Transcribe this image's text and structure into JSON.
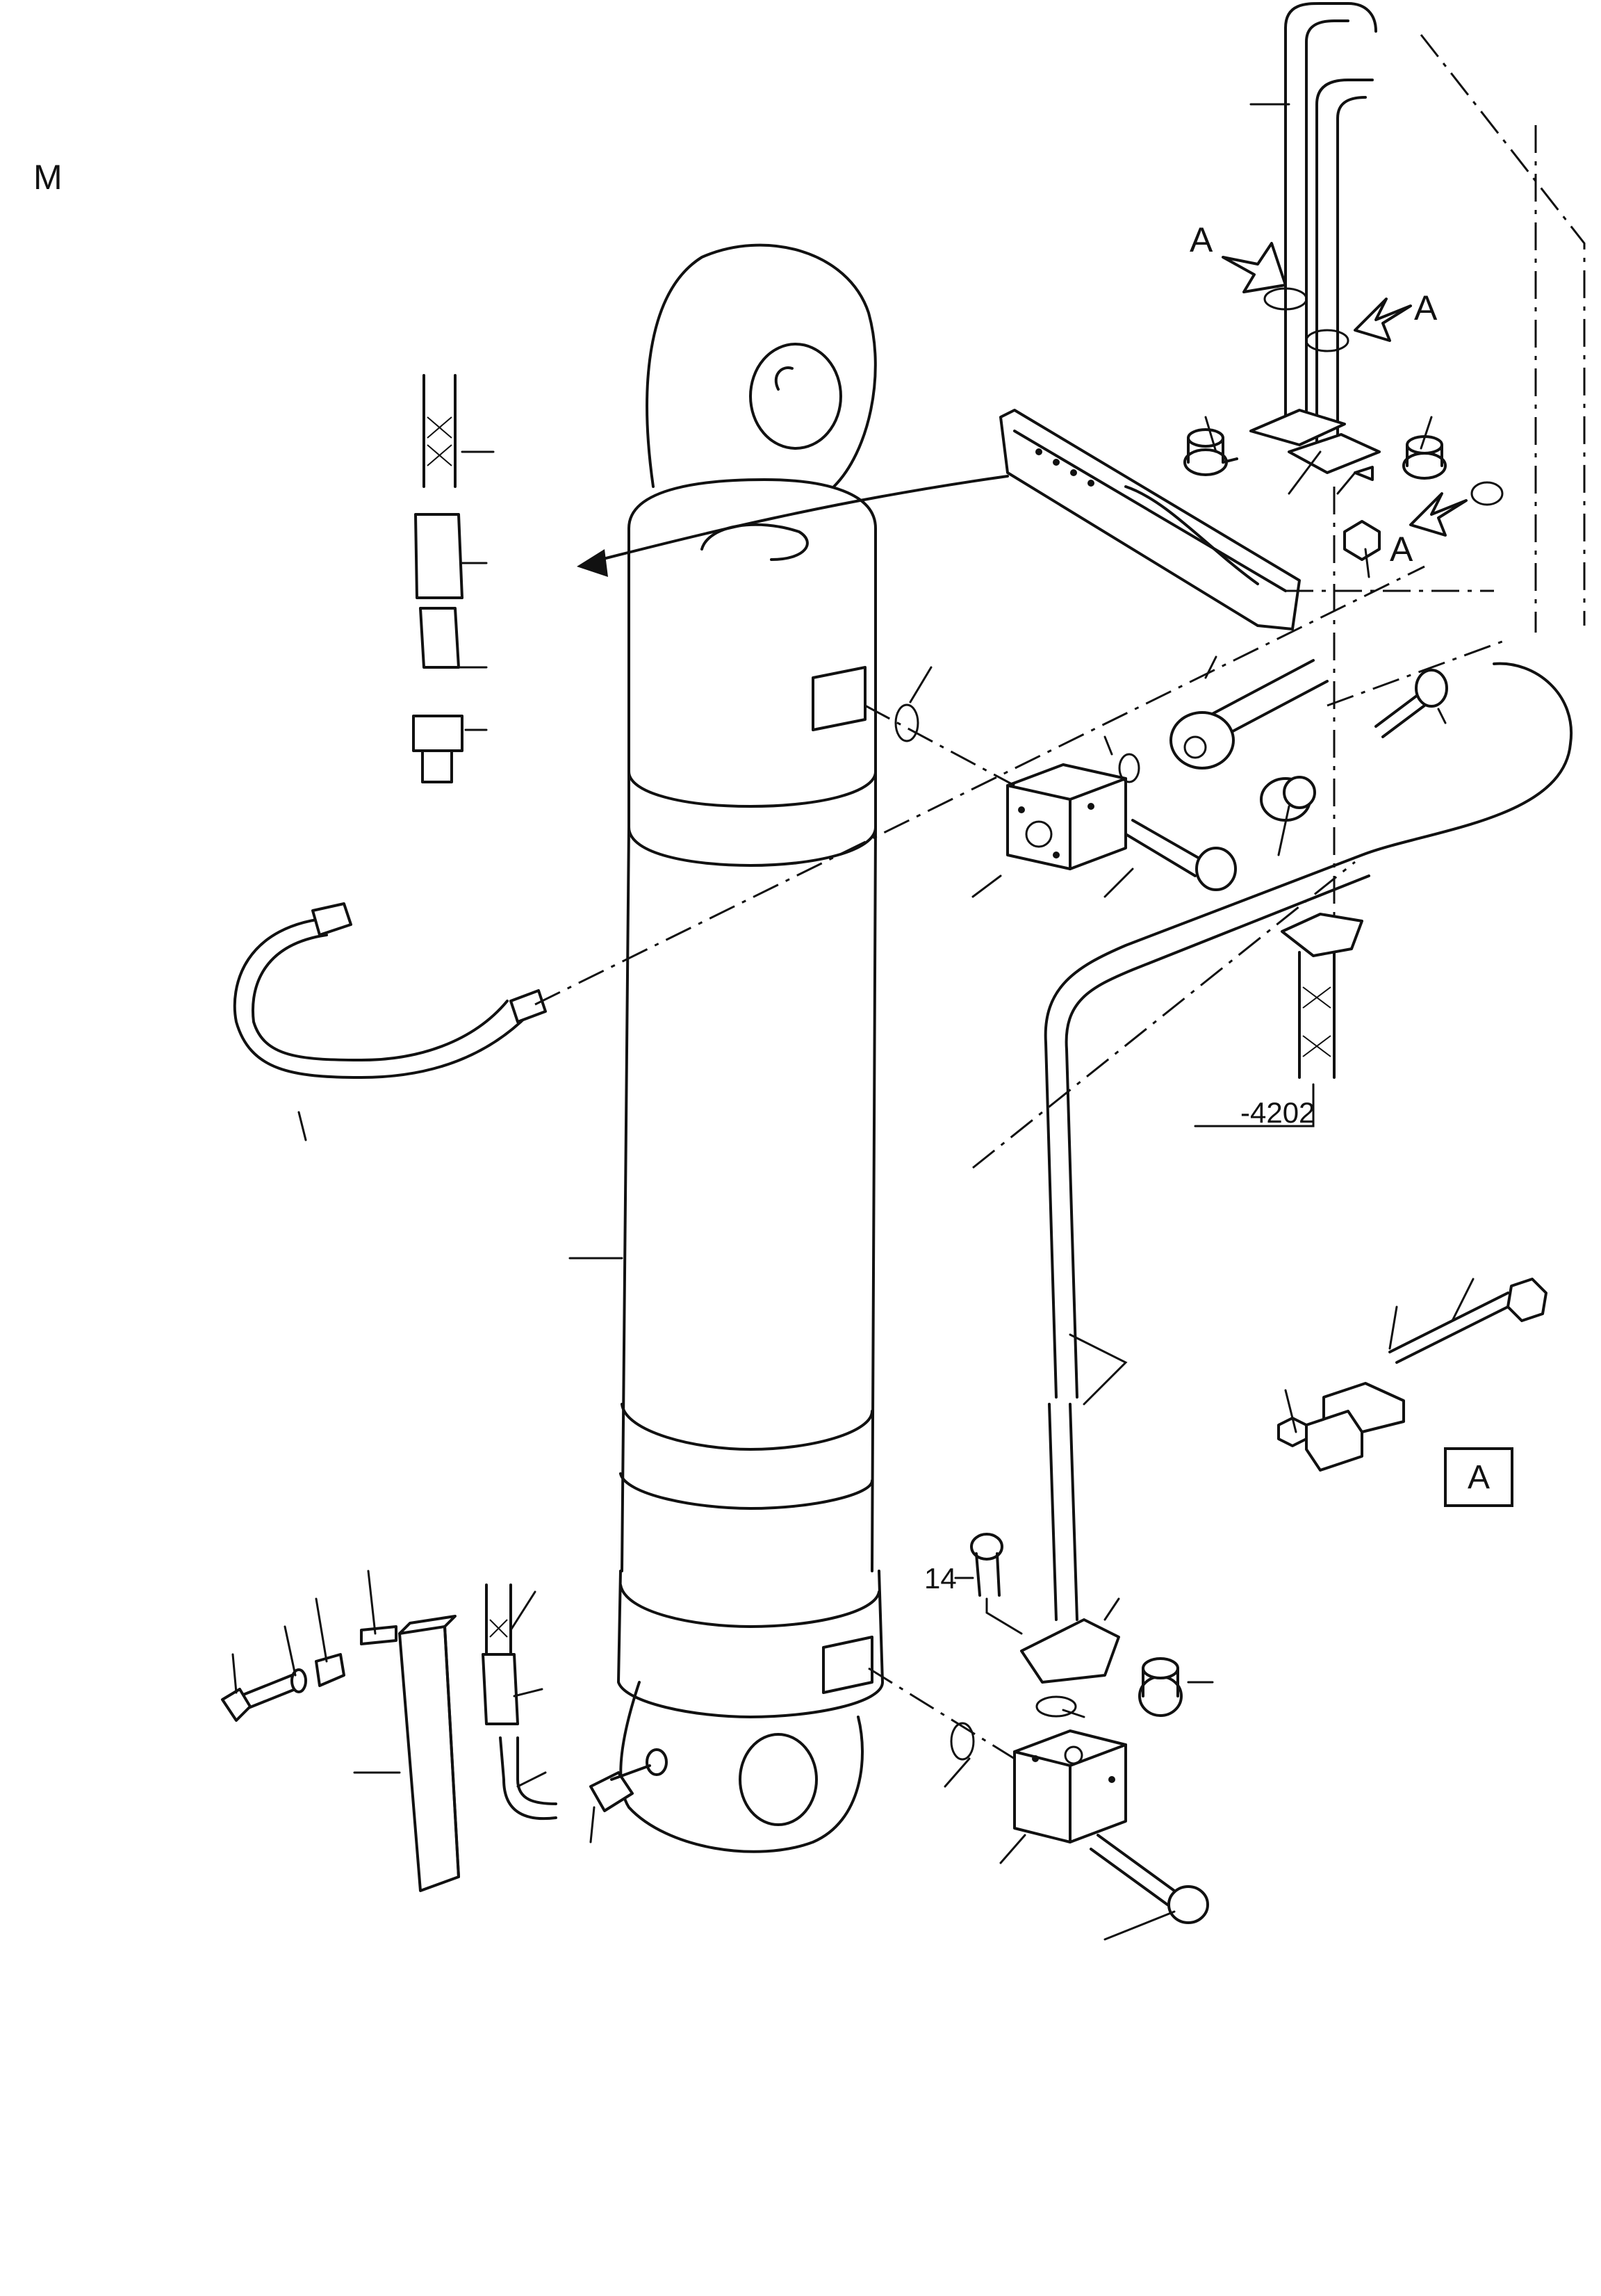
{
  "page_marker": "M",
  "view_markers": [
    "A",
    "A",
    "A"
  ],
  "part_numbers": {
    "screw_label": "14",
    "hose_ref": "-4202"
  },
  "detail_box": "A"
}
